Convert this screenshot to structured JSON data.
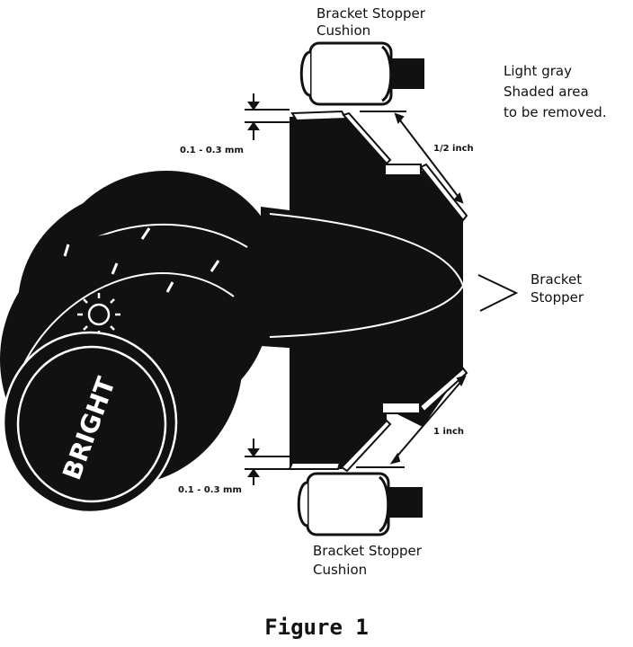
{
  "labels": {
    "top_cushion": [
      "Bracket Stopper",
      "Cushion"
    ],
    "bottom_cushion": [
      "Bracket Stopper",
      "Cushion"
    ],
    "note": [
      "Light gray",
      "Shaded area",
      "to be removed."
    ],
    "bracket_stopper": [
      "Bracket",
      "Stopper"
    ],
    "dim_top_gap": "0.1 - 0.3 mm",
    "dim_bottom_gap": "0.1 - 0.3 mm",
    "dim_half_inch": "1/2 inch",
    "dim_one_inch": "1 inch",
    "knob_text": "BRIGHT"
  },
  "caption": "Figure 1"
}
